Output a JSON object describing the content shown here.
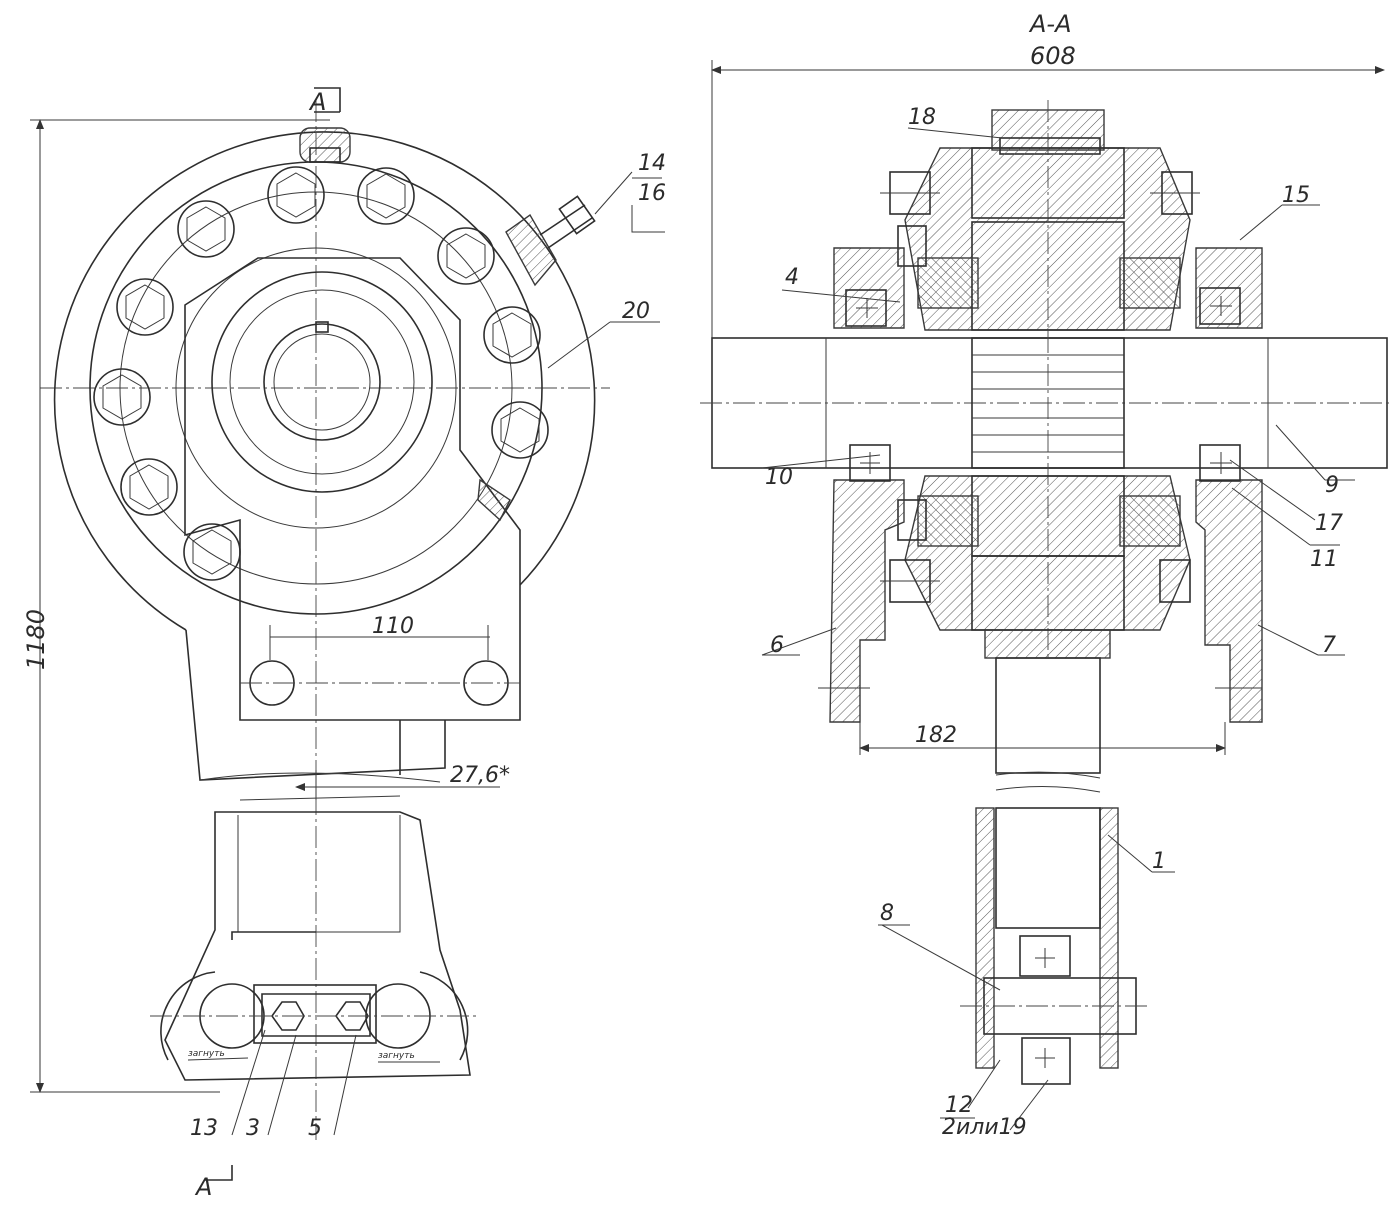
{
  "section": {
    "title": "А-А",
    "overall_width": "608",
    "section_mark": "А"
  },
  "front_view": {
    "overall_height": "1180",
    "hole_spacing": "110",
    "offset": "27,6*",
    "callouts": {
      "c14": "14",
      "c16": "16",
      "c20": "20",
      "c13": "13",
      "c3": "3",
      "c5": "5"
    },
    "notes": {
      "left_note": "загнуть",
      "right_note": "загнуть"
    }
  },
  "section_view": {
    "callouts": {
      "c18": "18",
      "c15": "15",
      "c4": "4",
      "c9": "9",
      "c10": "10",
      "c17": "17",
      "c11": "11",
      "c6": "6",
      "c7": "7",
      "c1": "1",
      "c8": "8",
      "c12": "12",
      "c2or19": "2или19"
    },
    "base_width": "182"
  }
}
